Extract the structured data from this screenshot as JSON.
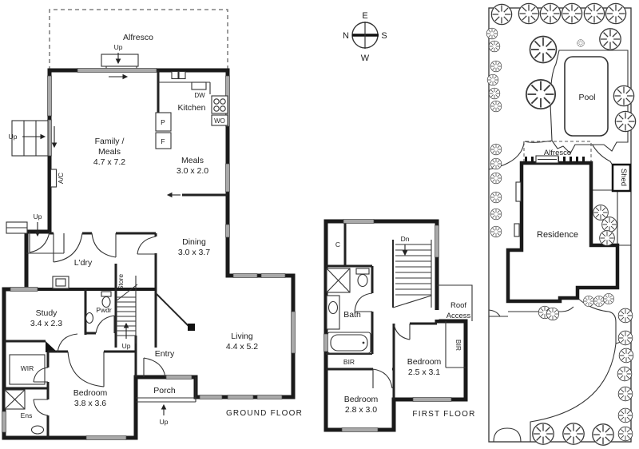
{
  "compass": {
    "top": "E",
    "left": "N",
    "right": "S",
    "bottom": "W"
  },
  "ground_floor": {
    "floor_label": "GROUND FLOOR",
    "alfresco": {
      "label": "Alfresco",
      "up": "Up"
    },
    "steps_left": {
      "up": "Up"
    },
    "alcove": {
      "up": "Up"
    },
    "stairs": {
      "up": "Up"
    },
    "porch": {
      "label": "Porch",
      "up": "Up"
    },
    "family_meals": {
      "line1": "Family /",
      "line2": "Meals",
      "dims": "4.7 x 7.2"
    },
    "kitchen": {
      "label": "Kitchen",
      "dw": "DW",
      "pantry": "P",
      "fridge": "F",
      "wall_oven": "WO"
    },
    "meals": {
      "label": "Meals",
      "dims": "3.0 x 2.0"
    },
    "dining": {
      "label": "Dining",
      "dims": "3.0 x 3.7"
    },
    "living": {
      "label": "Living",
      "dims": "4.4 x 5.2"
    },
    "laundry": {
      "label": "L'dry"
    },
    "store": {
      "label": "Store"
    },
    "powder": {
      "label": "Pwdr"
    },
    "study": {
      "label": "Study",
      "dims": "3.4 x 2.3"
    },
    "wir": {
      "label": "WIR"
    },
    "ensuite": {
      "label": "Ens"
    },
    "bedroom": {
      "label": "Bedroom",
      "dims": "3.8 x 3.6"
    },
    "entry": {
      "label": "Entry"
    },
    "ac": {
      "label": "A/C"
    }
  },
  "first_floor": {
    "floor_label": "FIRST FLOOR",
    "cupboard": {
      "label": "C"
    },
    "stairs": {
      "dn": "Dn"
    },
    "bath": {
      "label": "Bath"
    },
    "roof_access": {
      "line1": "Roof",
      "line2": "Access"
    },
    "bir_bath": {
      "label": "BIR"
    },
    "bir_bedroom": {
      "label": "BIR"
    },
    "bedroom_one": {
      "label": "Bedroom",
      "dims": "2.5 x 3.1"
    },
    "bedroom_two": {
      "label": "Bedroom",
      "dims": "2.8 x 3.0"
    }
  },
  "site_plan": {
    "pool": {
      "label": "Pool"
    },
    "alfresco": {
      "label": "Alfresco"
    },
    "shed": {
      "label": "Shed"
    },
    "residence": {
      "label": "Residence"
    }
  },
  "colors": {
    "wall": "#1a1a1a",
    "window": "#a9a9a9",
    "line": "#333333"
  }
}
